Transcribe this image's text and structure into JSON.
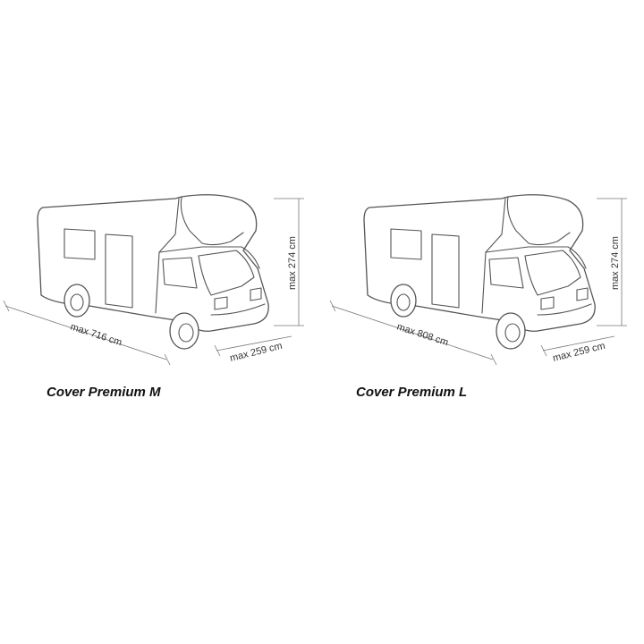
{
  "products": [
    {
      "name": "Cover Premium M",
      "length_label": "max 716 cm",
      "width_label": "max 259 cm",
      "height_label": "max 274 cm"
    },
    {
      "name": "Cover Premium L",
      "length_label": "max 808 cm",
      "width_label": "max 259 cm",
      "height_label": "max 274 cm"
    }
  ],
  "colors": {
    "outline": "#555555",
    "dimension_line": "#777777",
    "caption_text": "#111111",
    "background": "#ffffff"
  },
  "icons": [
    "motorhome-outline",
    "motorhome-outline"
  ]
}
